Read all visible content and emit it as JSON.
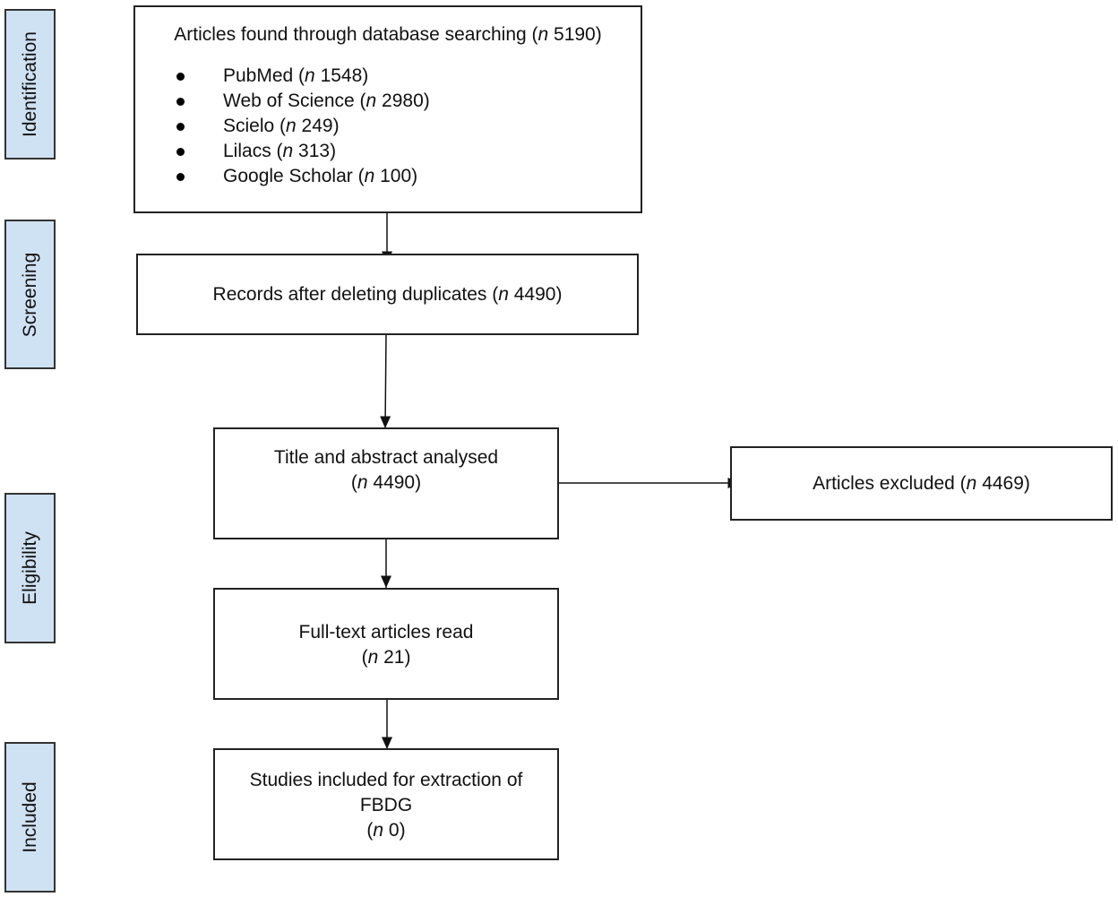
{
  "stages": [
    "Identification",
    "Screening",
    "Eligibility",
    "Included"
  ],
  "boxes": {
    "search": {
      "pre": "Articles found through database searching (",
      "n": "n",
      "post": " 5190)",
      "sources": [
        {
          "pre": "PubMed (",
          "n": "n",
          "post": " 1548)"
        },
        {
          "pre": "Web of Science (",
          "n": "n",
          "post": " 2980)"
        },
        {
          "pre": "Scielo (",
          "n": "n",
          "post": " 249)"
        },
        {
          "pre": "Lilacs (",
          "n": "n",
          "post": " 313)"
        },
        {
          "pre": "Google Scholar (",
          "n": "n",
          "post": " 100)"
        }
      ]
    },
    "records": {
      "pre": "Records after deleting duplicates (",
      "n": "n",
      "post": " 4490)"
    },
    "title": {
      "line1": "Title and abstract analysed",
      "pre": "(",
      "n": "n",
      "post": " 4490)"
    },
    "excluded": {
      "pre": "Articles excluded (",
      "n": "n",
      "post": " 4469)"
    },
    "fulltext": {
      "line1": "Full-text articles read",
      "pre": "(",
      "n": "n",
      "post": " 21)"
    },
    "included": {
      "line1": "Studies included for extraction of",
      "line2": "FBDG",
      "pre": "(",
      "n": "n",
      "post": " 0)"
    }
  }
}
